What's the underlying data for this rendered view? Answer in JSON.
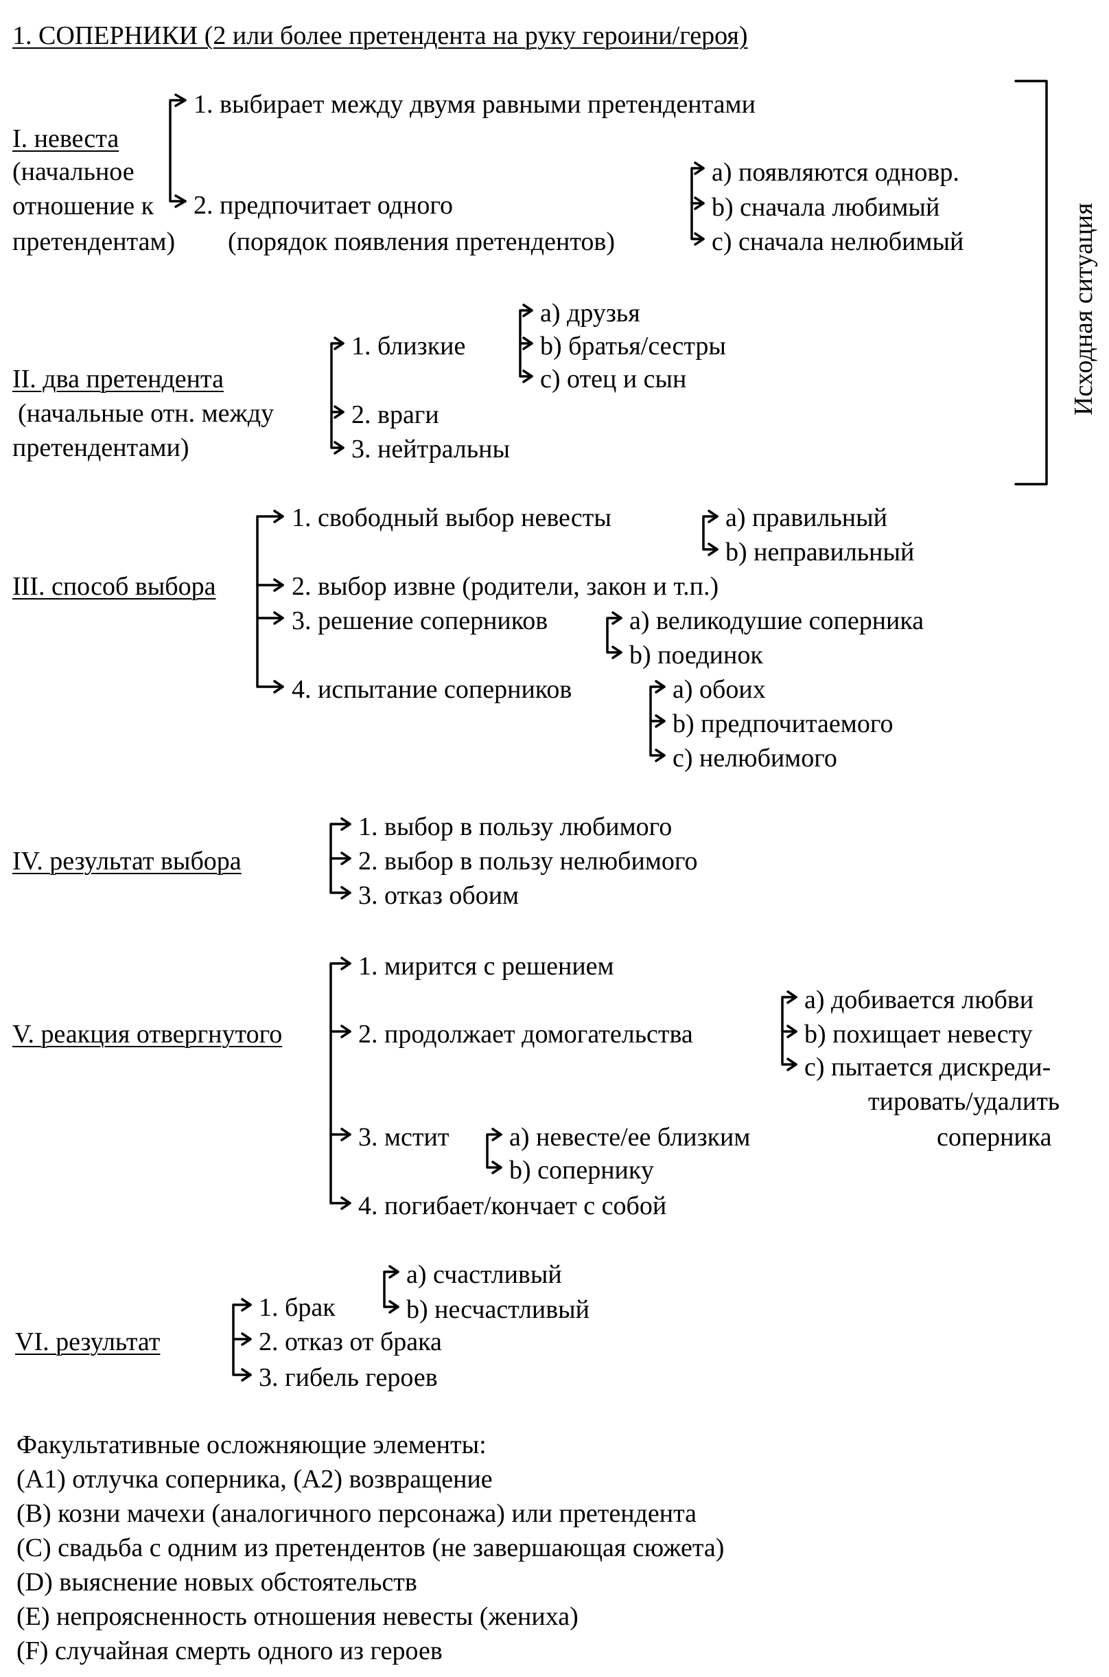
{
  "title": "1. СОПЕРНИКИ (2 или более претендента на руку героини/героя)",
  "side_label": "Исходная ситуация",
  "sections": [
    {
      "label": "I. невеста",
      "sublabel": [
        "(начальное",
        "отношение к",
        "претендентам)"
      ],
      "items": [
        "1. выбирает между двумя равными претендентами",
        "2. предпочитает одного",
        "(порядок появления претендентов)"
      ],
      "subitems": [
        "a) появляются одновр.",
        "b) сначала любимый",
        "c) сначала нелюбимый"
      ]
    },
    {
      "label": "II. два претендента",
      "sublabel": [
        "(начальные отн. между",
        "претендентами)"
      ],
      "items": [
        "1. близкие",
        "2. враги",
        "3. нейтральны"
      ],
      "subitems": [
        "a) друзья",
        "b) братья/сестры",
        "c) отец и сын"
      ]
    },
    {
      "label": "III. способ выбора",
      "items": [
        "1. свободный выбор невесты",
        "2. выбор извне (родители, закон и т.п.)",
        "3. решение соперников",
        "4. испытание соперников"
      ],
      "sub1": [
        "a) правильный",
        "b) неправильный"
      ],
      "sub3": [
        "a) великодушие соперника",
        "b) поединок"
      ],
      "sub4": [
        "a) обоих",
        "b) предпочитаемого",
        "c) нелюбимого"
      ]
    },
    {
      "label": "IV. результат выбора",
      "items": [
        "1. выбор в пользу любимого",
        "2. выбор в пользу нелюбимого",
        "3. отказ обоим"
      ]
    },
    {
      "label": "V. реакция отвергнутого",
      "items": [
        "1. мирится с решением",
        "2. продолжает домогательства",
        "3. мстит",
        "4. погибает/кончает с собой"
      ],
      "sub2": [
        "a)  добивается любви",
        "b)  похищает невесту",
        "c)  пытается дискреди-",
        "тировать/удалить",
        "соперника"
      ],
      "sub3": [
        "a) невесте/ее близким",
        "b) сопернику"
      ]
    },
    {
      "label": "VI. результат",
      "items": [
        "1. брак",
        "2. отказ от брака",
        "3. гибель героев"
      ],
      "sub1": [
        "a) счастливый",
        "b) несчастливый"
      ]
    }
  ],
  "optional": {
    "heading": "Факультативные осложняющие элементы:",
    "items": [
      "(A1) отлучка соперника, (A2) возвращение",
      "(B) козни мачехи (аналогичного персонажа) или претендента",
      "(C) свадьба с одним из претендентов (не завершающая сюжета)",
      "(D) выяснение новых обстоятельств",
      "(E) непроясненность отношения невесты (жениха)",
      "(F) случайная смерть одного из героев"
    ]
  }
}
